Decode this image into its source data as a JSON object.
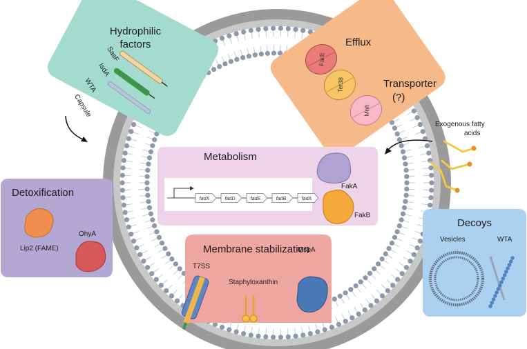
{
  "colors": {
    "cell_wall": "#9a9a9a",
    "wall_inner": "#c8c8c8",
    "membrane_head": "#8e98ac",
    "membrane_tail": "#c4ccda",
    "hydrophilic_bg": "#a3dccf",
    "efflux_bg": "#f5b98a",
    "metabolism_bg": "#efd3e9",
    "detox_bg": "#b3a8d3",
    "decoys_bg": "#acd0ef",
    "membrane_stab_bg": "#eea6a0"
  },
  "hydrophilic": {
    "title_line1": "Hydrophilic",
    "title_line2": "factors",
    "labels": {
      "sasf": "SasF",
      "isda": "IsdA",
      "wta": "WTA",
      "capsule": "Capsule"
    }
  },
  "efflux": {
    "title": "Efflux",
    "transporter_line1": "Transporter",
    "transporter_line2": "(?)",
    "pumps": [
      "FarE",
      "Tet38",
      "Mnh"
    ]
  },
  "exogenous": {
    "line1": "Exogenous fatty",
    "line2": "acids"
  },
  "metabolism": {
    "title": "Metabolism",
    "genes": [
      "fadX",
      "fadD",
      "fadE",
      "fadB",
      "fadA"
    ],
    "fak_a": "FakA",
    "fak_b": "FakB"
  },
  "detoxification": {
    "title": "Detoxification",
    "lip2": "Lip2 (FAME)",
    "ohya": "OhyA"
  },
  "decoys": {
    "title": "Decoys",
    "vesicles": "Vesicles",
    "wta": "WTA"
  },
  "membrane_stabilization": {
    "title": "Membrane stabilization",
    "t7ss": "T7SS",
    "staphyloxanthin": "Staphyloxanthin",
    "mspa": "MspA"
  }
}
